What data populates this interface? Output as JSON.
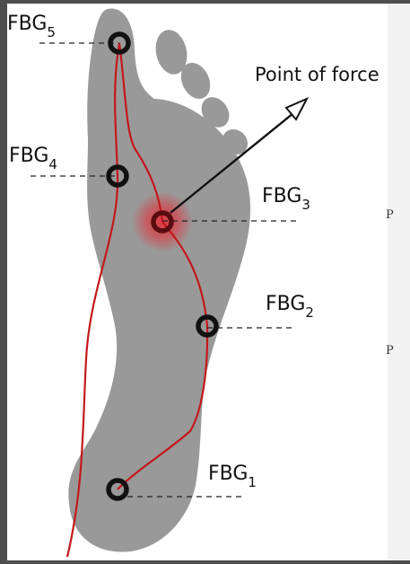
{
  "diagram": {
    "sensors": [
      {
        "base": "FBG",
        "sub": "5"
      },
      {
        "base": "FBG",
        "sub": "4"
      },
      {
        "base": "FBG",
        "sub": "3"
      },
      {
        "base": "FBG",
        "sub": "2"
      },
      {
        "base": "FBG",
        "sub": "1"
      }
    ],
    "annotation": "Point of force",
    "side_marks": [
      "P",
      "P"
    ],
    "colors": {
      "foot": "#999999",
      "fiber": "#c4181c",
      "sensor_ring": "#111111",
      "force_glow": "#e0343c",
      "panel": "#ffffff",
      "frame": "#4e4e4e"
    }
  }
}
